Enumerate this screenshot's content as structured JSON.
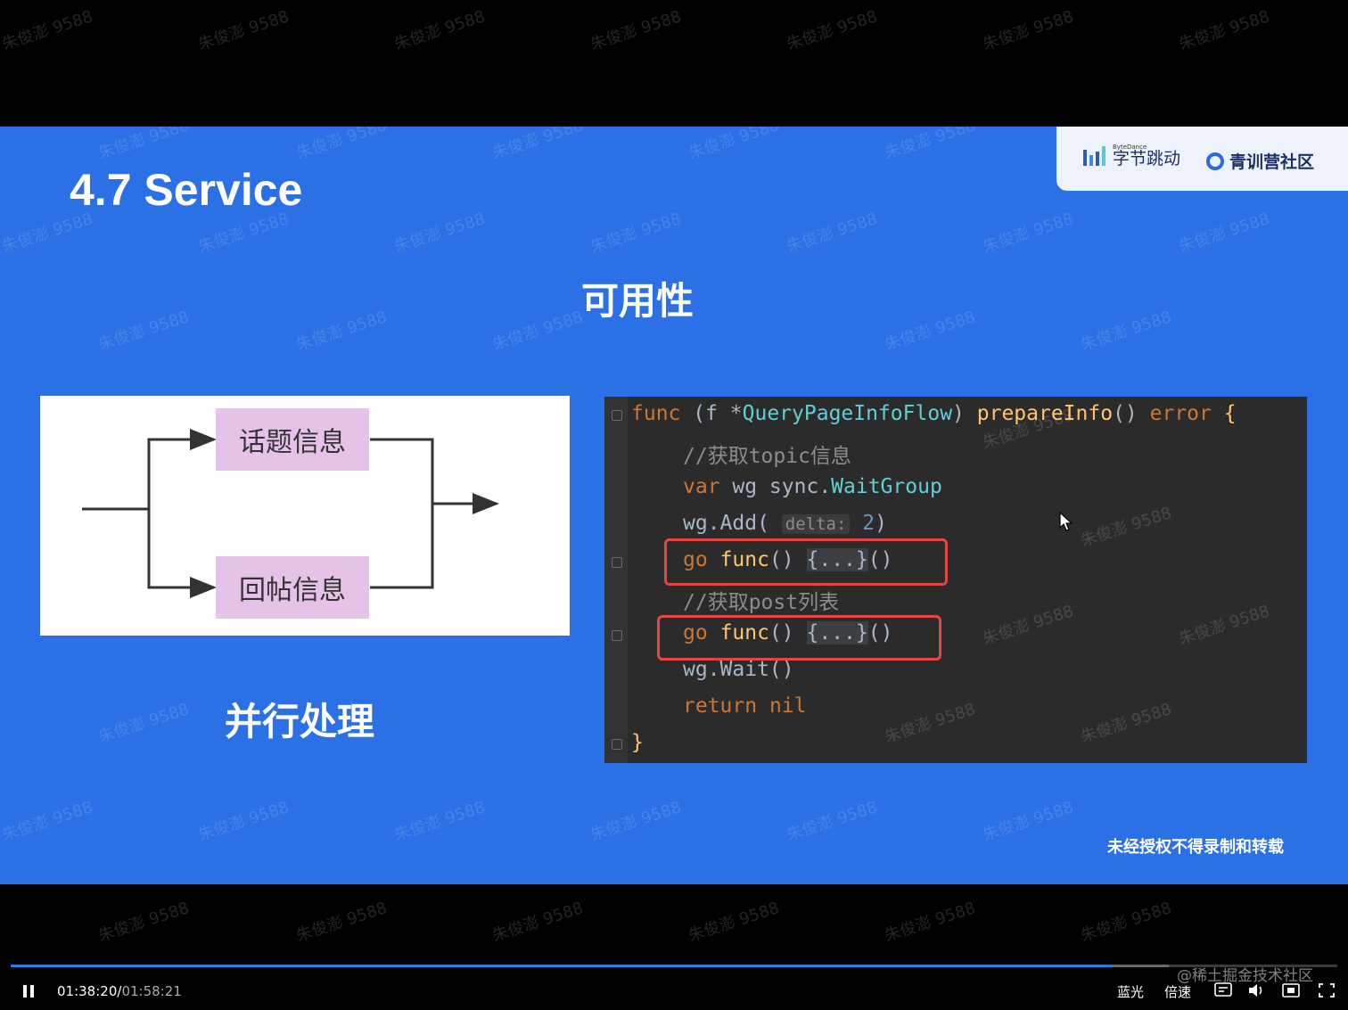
{
  "slide": {
    "title": "4.7 Service",
    "subtitle": "可用性",
    "caption": "并行处理",
    "notice": "未经授权不得录制和转载",
    "logo": {
      "bytedance_small": "ByteDance",
      "bytedance_name": "字节跳动",
      "community_name": "青训营社区"
    },
    "diagram": {
      "top_node": "话题信息",
      "bottom_node": "回帖信息"
    },
    "code": {
      "l1": {
        "kw": "func",
        "p1": " (f *",
        "type": "QueryPageInfoFlow",
        "p2": ") ",
        "fn": "prepareInfo",
        "p3": "() ",
        "ret": "error",
        "p4": " {"
      },
      "l2": "//获取topic信息",
      "l3": {
        "kw": "var",
        "p1": " wg sync.",
        "type": "WaitGroup"
      },
      "l4": {
        "p1": "wg.Add( ",
        "hint": "delta:",
        "num": " 2",
        "p2": ")"
      },
      "l5": {
        "kw": "go",
        "p1": " ",
        "fn": "func",
        "p2": "() ",
        "fold": "{...}",
        "p3": "()"
      },
      "l6": "//获取post列表",
      "l7": {
        "kw": "go",
        "p1": " ",
        "fn": "func",
        "p2": "() ",
        "fold": "{...}",
        "p3": "()"
      },
      "l8": "wg.Wait()",
      "l9": {
        "kw": "return",
        "p1": " ",
        "nil": "nil"
      },
      "l10": "}"
    },
    "watermark": "朱俊澎 9588"
  },
  "player": {
    "current_time": "01:38:20",
    "separator": "/",
    "duration": "01:58:21",
    "progress": 0.83,
    "buffered": 0.873,
    "bluelight_label": "蓝光",
    "speed_label": "倍速",
    "site_watermark": "@稀土掘金技术社区"
  },
  "icons": [
    "pause-icon",
    "subtitle-icon",
    "volume-icon",
    "pip-icon",
    "fullscreen-icon",
    "cursor-icon"
  ]
}
